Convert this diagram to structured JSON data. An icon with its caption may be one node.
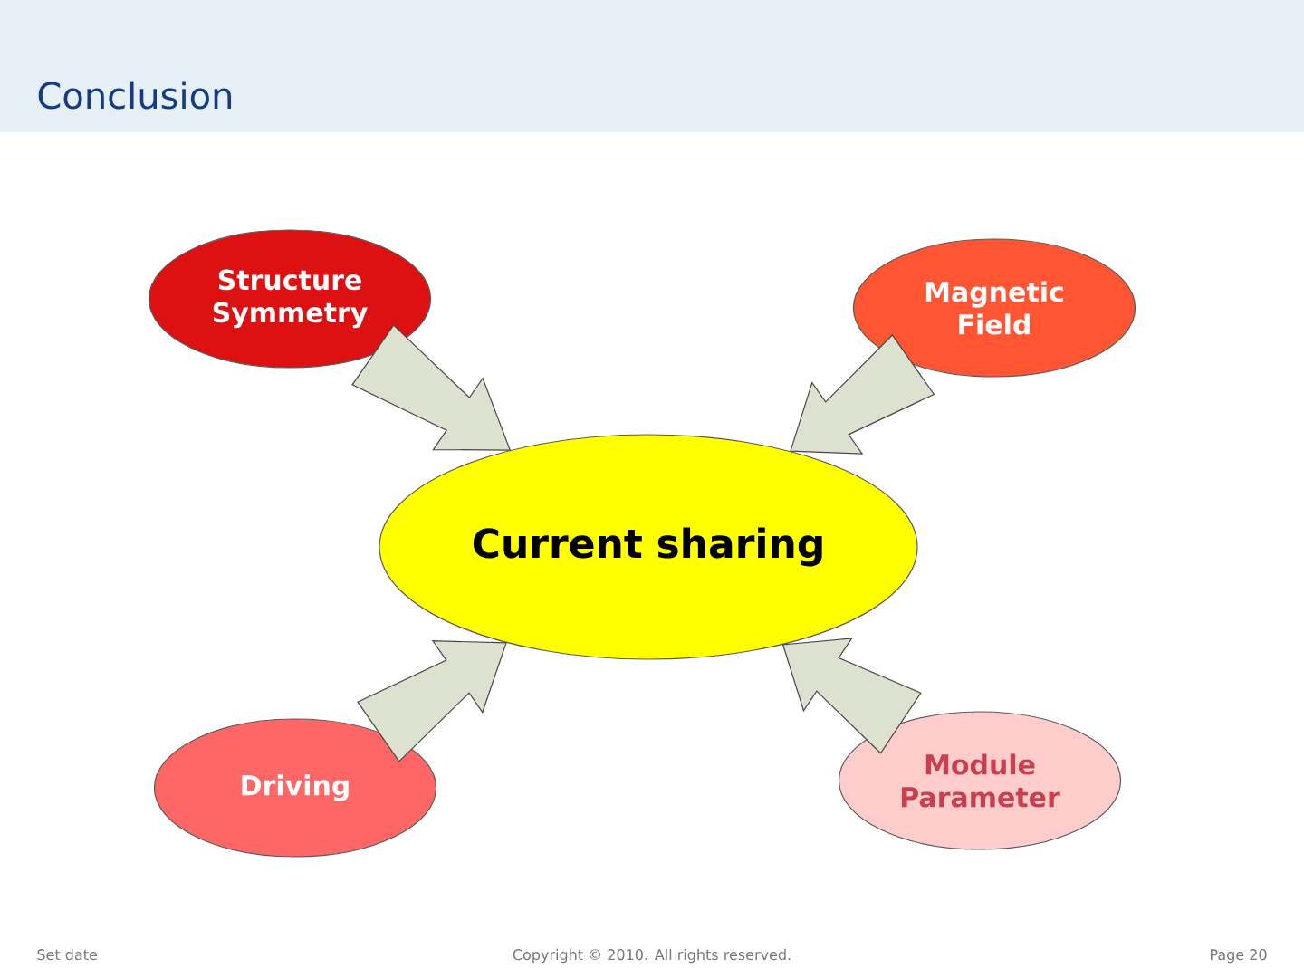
{
  "diagram": {
    "title": "Conclusion",
    "nodes": [
      {
        "text": [
          "Structure Symmetry"
        ]
      },
      {
        "text": [
          "Magnetic Field"
        ]
      },
      {
        "text": [
          "Current sharing"
        ]
      },
      {
        "text": [
          "Driving"
        ]
      },
      {
        "text": [
          "Module Parameter"
        ]
      }
    ],
    "edges": [
      {
        "from": 0,
        "to": 2,
        "arrow": "to"
      },
      {
        "from": 1,
        "to": 2,
        "arrow": "to"
      },
      {
        "from": 3,
        "to": 2,
        "arrow": "to"
      },
      {
        "from": 4,
        "to": 2,
        "arrow": "to"
      }
    ],
    "labels": [
      "Set date",
      "Copyright © 2010. All rights reserved.",
      "Page 20"
    ]
  }
}
